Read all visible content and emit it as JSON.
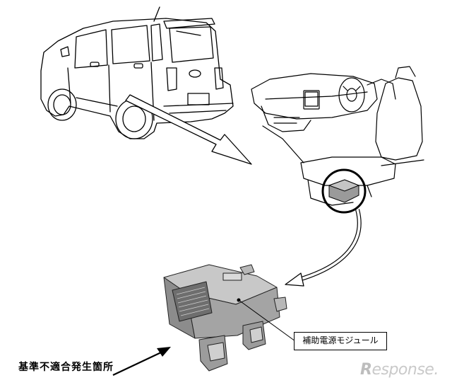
{
  "labels": {
    "module_label": "補助電源モジュール",
    "caption": "基準不適合発生箇所"
  },
  "watermark": {
    "first": "R",
    "rest": "esponse."
  },
  "colors": {
    "line": "#000000",
    "module_body": "#9a9a9a",
    "module_top": "#c4c4c4",
    "watermark": "#c9c9c9"
  }
}
